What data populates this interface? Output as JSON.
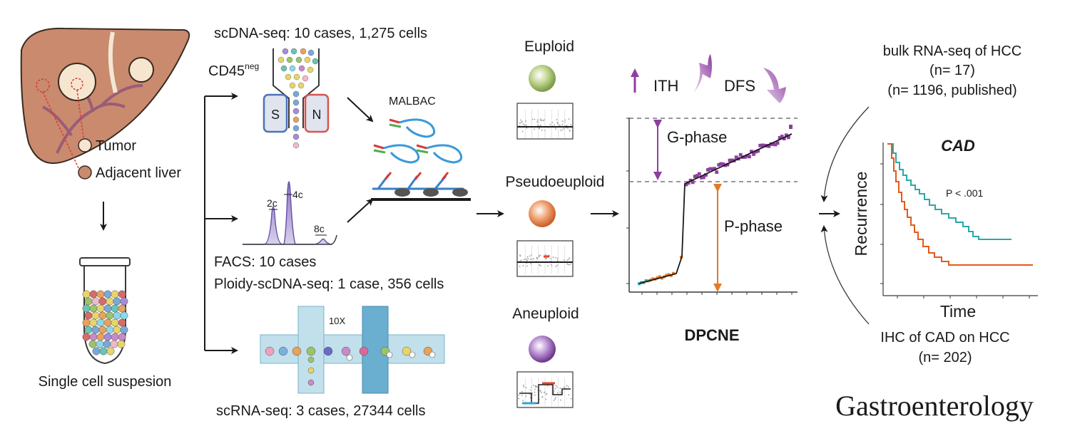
{
  "left": {
    "tumor_label": "Tumor",
    "adjacent_label": "Adjacent liver",
    "suspension_label": "Single cell suspesion"
  },
  "scdna": {
    "title": "scDNA-seq: 10 cases, 1,275 cells",
    "cd45": "CD45",
    "cd45_sup": "neg",
    "s_label": "S",
    "n_label": "N"
  },
  "facs": {
    "line1": "FACS: 10 cases",
    "line2": "Ploidy-scDNA-seq: 1 case, 356 cells",
    "peak_2c": "2c",
    "peak_4c": "4c",
    "peak_8c": "8c"
  },
  "scrna": {
    "chip_label": "10X",
    "title": "scRNA-seq: 3 cases, 27344 cells"
  },
  "malbac": {
    "label": "MALBAC"
  },
  "classes": {
    "euploid": "Euploid",
    "pseudoeuploid": "Pseudoeuploid",
    "aneuploid": "Aneuploid"
  },
  "dpcne": {
    "ith": "ITH",
    "dfs": "DFS",
    "g_phase": "G-phase",
    "p_phase": "P-phase",
    "title": "DPCNE"
  },
  "km": {
    "bulk_line1": "bulk RNA-seq of HCC",
    "bulk_line2": "(n= 17)",
    "bulk_line3": "(n= 1196, published)",
    "gene": "CAD",
    "pvalue": "P < .001",
    "ylabel": "Recurrence",
    "xlabel": "Time",
    "ihc_line1": "IHC of CAD on HCC",
    "ihc_line2": "(n= 202)"
  },
  "journal": "Gastroenterology",
  "colors": {
    "liver": "#c98a6e",
    "purple": "#8e3fa0",
    "orange": "#e07b2a",
    "teal": "#2aa8a8",
    "km_orange": "#e25a1c",
    "blue_box": "#4a73b8",
    "red_box": "#d9534f",
    "chip": "#b9dcea"
  }
}
